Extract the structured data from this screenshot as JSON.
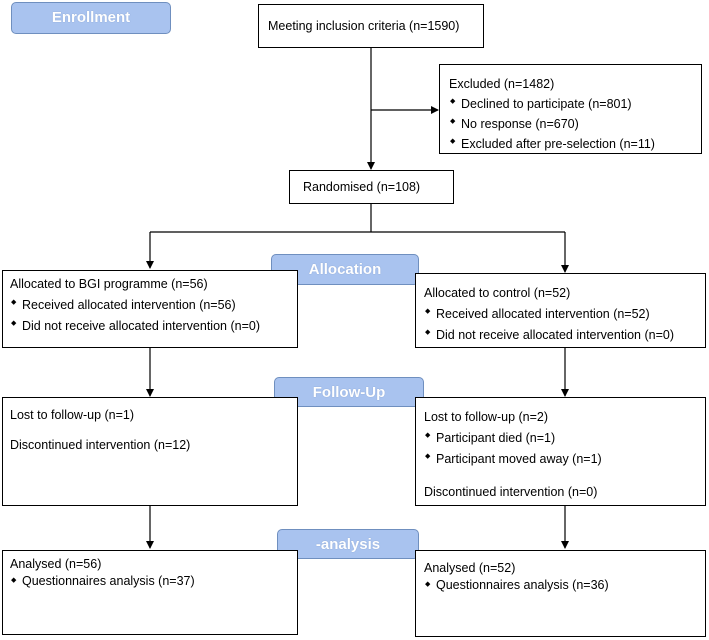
{
  "stages": {
    "enrollment": "Enrollment",
    "allocation": "Allocation",
    "followup": "Follow-Up",
    "analysis": "-analysis"
  },
  "boxes": {
    "inclusion": {
      "text": "Meeting inclusion criteria (n=1590)"
    },
    "excluded": {
      "title": "Excluded (n=1482)",
      "items": [
        "Declined to participate (n=801)",
        "No response (n=670)",
        "Excluded after pre-selection (n=11)"
      ]
    },
    "randomised": {
      "text": "Randomised (n=108)"
    },
    "alloc_bgi": {
      "title": "Allocated to BGI programme (n=56)",
      "items": [
        "Received allocated intervention (n=56)",
        "Did not receive allocated intervention (n=0)"
      ]
    },
    "alloc_control": {
      "title": "Allocated to control (n=52)",
      "items": [
        "Received allocated intervention (n=52)",
        "Did not receive allocated intervention (n=0)"
      ]
    },
    "followup_bgi": {
      "lost": "Lost to follow-up (n=1)",
      "discontinued": "Discontinued intervention (n=12)"
    },
    "followup_control": {
      "lost": "Lost to follow-up (n=2)",
      "items": [
        "Participant died (n=1)",
        "Participant moved away (n=1)"
      ],
      "discontinued": "Discontinued intervention (n=0)"
    },
    "analysed_bgi": {
      "title": "Analysed (n=56)",
      "items": [
        "Questionnaires analysis (n=37)"
      ]
    },
    "analysed_control": {
      "title": "Analysed (n=52)",
      "items": [
        "Questionnaires analysis (n=36)"
      ]
    }
  },
  "colors": {
    "stage_fill": "#a9c3ef",
    "stage_border": "#6f8fbf",
    "stage_text": "#ffffff",
    "line": "#000000"
  }
}
